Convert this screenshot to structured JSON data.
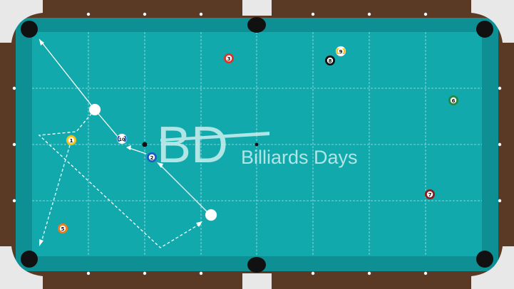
{
  "logo": {
    "monogram": "BD",
    "text": "Billiards Days"
  },
  "colors": {
    "rail_wood": "#5a3a24",
    "cushion": "#0d8f94",
    "felt": "#12a9ad",
    "pocket": "#111111",
    "pocket_guard": "#e8e8e8",
    "grid": "#d9f3f4",
    "path": "#ffffff",
    "logo": "#d7f4f4"
  },
  "balls": [
    {
      "id": "cue-ball-1",
      "label": "",
      "kind": "cue"
    },
    {
      "id": "cue-ball-2",
      "label": "",
      "kind": "cue"
    },
    {
      "id": "ball-1",
      "label": "1",
      "kind": "solid",
      "color": "#f2c31b"
    },
    {
      "id": "ball-2",
      "label": "2",
      "kind": "solid",
      "color": "#1e5bc8"
    },
    {
      "id": "ball-3",
      "label": "3",
      "kind": "solid",
      "color": "#d9352a"
    },
    {
      "id": "ball-5",
      "label": "5",
      "kind": "solid",
      "color": "#f07a1c"
    },
    {
      "id": "ball-6",
      "label": "6",
      "kind": "solid",
      "color": "#24883f"
    },
    {
      "id": "ball-7",
      "label": "7",
      "kind": "solid",
      "color": "#8b1d1d"
    },
    {
      "id": "ball-8",
      "label": "8",
      "kind": "solid",
      "color": "#111111"
    },
    {
      "id": "ball-9",
      "label": "9",
      "kind": "stripe",
      "color": "#f2c31b"
    },
    {
      "id": "ball-10",
      "label": "10",
      "kind": "stripe",
      "color": "#1e5bc8"
    }
  ]
}
